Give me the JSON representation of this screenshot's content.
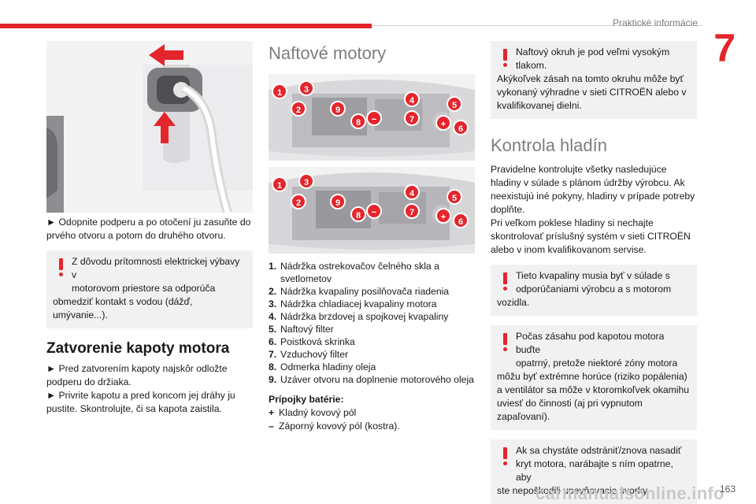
{
  "header": {
    "chapter_title": "Praktické informácie",
    "chapter_number": "7"
  },
  "colors": {
    "accent": "#e4262c",
    "warning_background": "#f1f1f2",
    "heading_gray": "#7d7d7d"
  },
  "col1": {
    "instruction": "► Odopnite podperu a po otočení ju zasuňte do prvého otvoru a potom do druhého otvoru.",
    "warning": {
      "line1": "Z dôvodu prítomnosti elektrickej výbavy v",
      "line2": "motorovom priestore sa odporúča",
      "rest": "obmedziť kontakt s vodou (dážď, umývanie...)."
    },
    "section_title": "Zatvorenie kapoty motora",
    "step1": "► Pred zatvorením kapoty najskôr odložte podperu do držiaka.",
    "step2": "► Privrite kapotu a pred koncom jej dráhy ju pustite. Skontrolujte, či sa kapota zaistila."
  },
  "col2": {
    "section_title": "Naftové motory",
    "callouts": [
      "1",
      "2",
      "3",
      "4",
      "5",
      "6",
      "7",
      "8",
      "9",
      "−",
      "+"
    ],
    "parts": [
      {
        "num": "1.",
        "text": "Nádržka ostrekovačov čelného skla a svetlometov"
      },
      {
        "num": "2.",
        "text": "Nádržka kvapaliny posilňovača riadenia"
      },
      {
        "num": "3.",
        "text": "Nádržka chladiacej kvapaliny motora"
      },
      {
        "num": "4.",
        "text": "Nádržka brzdovej a spojkovej kvapaliny"
      },
      {
        "num": "5.",
        "text": "Naftový filter"
      },
      {
        "num": "6.",
        "text": "Poistková skrinka"
      },
      {
        "num": "7.",
        "text": "Vzduchový filter"
      },
      {
        "num": "8.",
        "text": "Odmerka hladiny oleja"
      },
      {
        "num": "9.",
        "text": "Uzáver otvoru na doplnenie motorového oleja"
      }
    ],
    "battery_title": "Prípojky batérie:",
    "battery": [
      {
        "sign": "+",
        "text": "Kladný kovový pól"
      },
      {
        "sign": "–",
        "text": "Záporný kovový pól (kostra)."
      }
    ]
  },
  "col3": {
    "warning1": {
      "line1": "Naftový okruh je pod veľmi vysokým",
      "line2": "tlakom.",
      "rest": "Akýkoľvek zásah na tomto okruhu môže byť vykonaný výhradne v sieti CITROËN alebo v kvalifikovanej dielni."
    },
    "section_title": "Kontrola hladín",
    "paragraph1": "Pravidelne kontrolujte všetky nasledujúce hladiny v súlade s plánom údržby výrobcu. Ak neexistujú iné pokyny, hladiny v prípade potreby doplňte.",
    "paragraph2": "Pri veľkom poklese hladiny si nechajte skontrolovať príslušný systém v sieti CITROËN alebo v inom kvalifikovanom servise.",
    "warning2": {
      "line1": "Tieto kvapaliny musia byť v súlade s",
      "line2": "odporúčaniami výrobcu a s motorom",
      "rest": "vozidla."
    },
    "warning3": {
      "line1": "Počas zásahu pod kapotou motora buďte",
      "line2": "opatrný, pretože niektoré zóny motora",
      "rest": "môžu byť extrémne horúce (riziko popálenia) a ventilátor sa môže v ktoromkoľvek okamihu uviesť do činnosti (aj pri vypnutom zapaľovaní)."
    },
    "warning4": {
      "line1": "Ak sa chystáte odstrániť/znova nasadiť",
      "line2": "kryt motora, narábajte s ním opatrne, aby",
      "rest": "ste nepoškodili upevňovacie svorky."
    }
  },
  "footer": {
    "page_number": "163",
    "watermark": "carmanualsonline.info"
  }
}
